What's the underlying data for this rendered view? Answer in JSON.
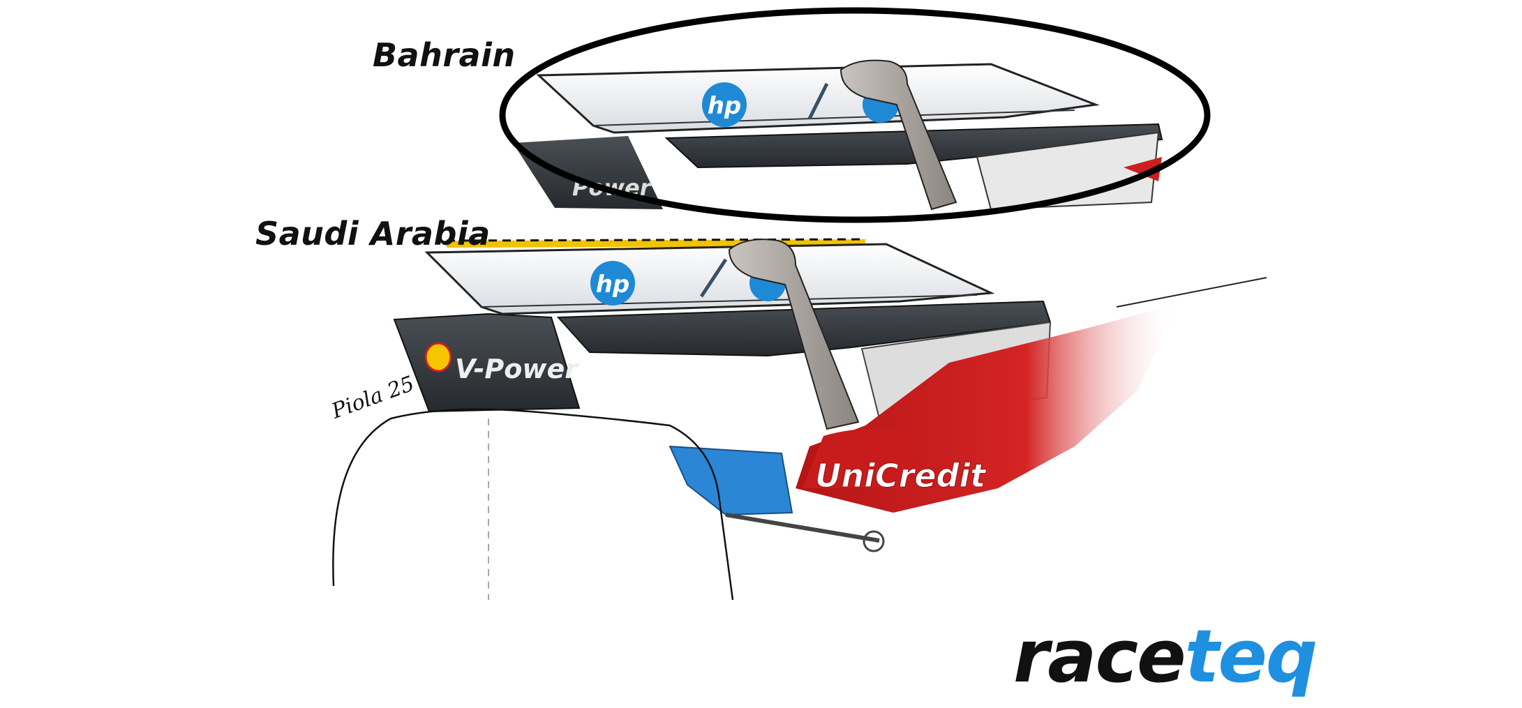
{
  "labels": {
    "top": "Bahrain",
    "bottom": "Saudi Arabia"
  },
  "logos": {
    "wing_sponsor": "hp",
    "endplate_sponsor": "V-Power",
    "engine_cover_sponsor": "UniCredit",
    "signature": "Piola 25"
  },
  "brand": {
    "part1": "race",
    "part2": "teq"
  },
  "colors": {
    "ferrari_red": "#cc1f1f",
    "hp_blue": "#1e8ad6",
    "brand_dark": "#111111",
    "brand_blue": "#1f8fe0",
    "yellow_line": "#f2c200",
    "ellipse_stroke": "#000000"
  }
}
